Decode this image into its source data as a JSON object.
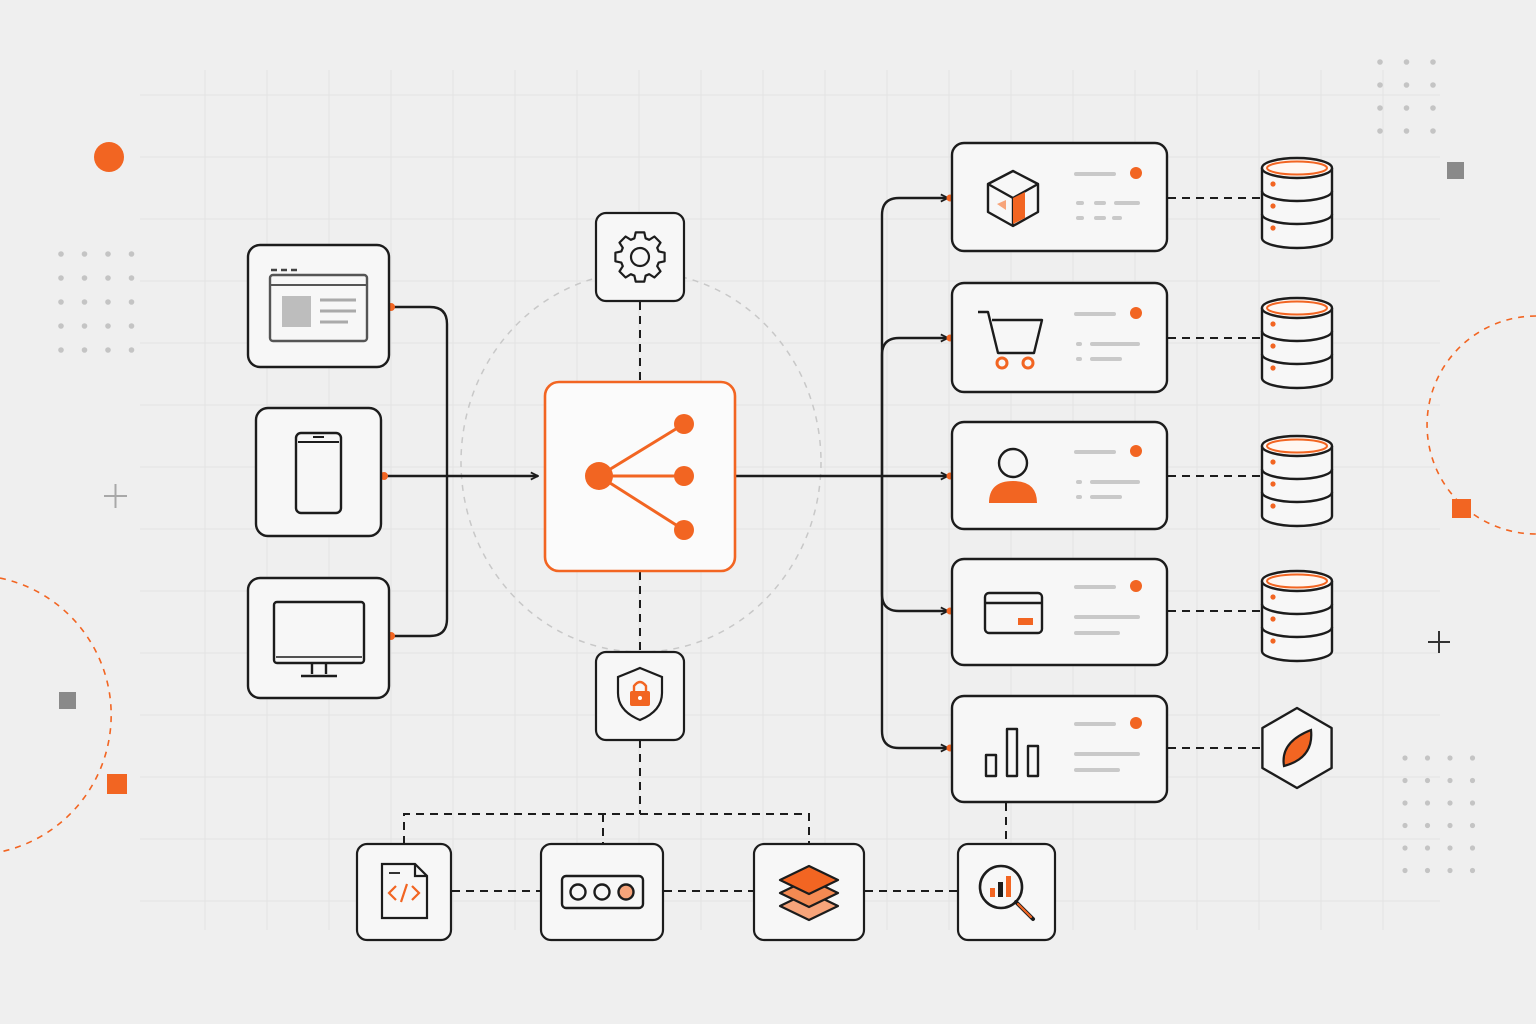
{
  "colors": {
    "background": "#efefef",
    "accent": "#f26522",
    "accent_light": "#f7a47a",
    "ink": "#1c1c1c",
    "card": "#f7f7f7",
    "grid": "#e2e2e2",
    "muted": "#8a8a8a",
    "line_placeholder": "#c9c9c9"
  },
  "nodes": {
    "sources": [
      {
        "name": "browser-window",
        "icon": "browser-window-icon"
      },
      {
        "name": "mobile-phone",
        "icon": "smartphone-icon"
      },
      {
        "name": "desktop-monitor",
        "icon": "monitor-icon"
      }
    ],
    "hub": {
      "name": "central-hub",
      "icon": "share-network-icon"
    },
    "top_control": {
      "icon": "gear-icon"
    },
    "bottom_control": {
      "icon": "shield-lock-icon"
    },
    "services": [
      {
        "name": "package-service",
        "icon": "cube-icon",
        "store": "database-icon"
      },
      {
        "name": "cart-service",
        "icon": "shopping-cart-icon",
        "store": "database-icon"
      },
      {
        "name": "user-service",
        "icon": "user-icon",
        "store": "database-icon"
      },
      {
        "name": "payment-service",
        "icon": "credit-card-icon",
        "store": "database-icon"
      },
      {
        "name": "analytics-service",
        "icon": "bar-chart-icon",
        "store": "leaf-hexagon-icon"
      }
    ],
    "utilities": [
      {
        "name": "code-file",
        "icon": "code-file-icon"
      },
      {
        "name": "status-indicator",
        "icon": "three-dots-indicator-icon"
      },
      {
        "name": "layers",
        "icon": "layers-icon"
      },
      {
        "name": "search-analytics",
        "icon": "magnifier-chart-icon"
      }
    ]
  }
}
